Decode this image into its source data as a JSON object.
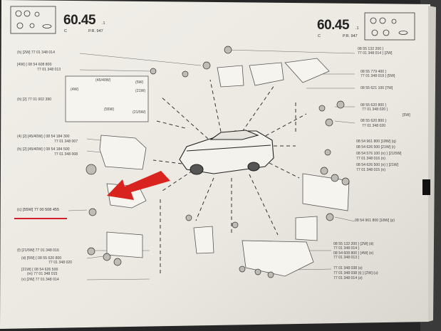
{
  "header": {
    "left": {
      "page": "60.45",
      "suffix": ".1",
      "code": "C",
      "ref": "P.R. 947"
    },
    "right": {
      "page": "60.45",
      "suffix": ".1",
      "code": "C",
      "ref": "P.R. 947"
    }
  },
  "callouts_left": [
    "(h) [2W] 77 01 348 014",
    "[4W] { 08 54 608 800",
    "77 01 348 013",
    "(h) [2] 77 01 002 390",
    "(45/40W)",
    "(5W)",
    "(4W)",
    "(21W)",
    "(55W)",
    "(21/5W)",
    "(4) [2] [45/40W] { 08 54 184 300",
    "77 01 348 007",
    "(h) [2] [45/40W] { 08 54 184 500",
    "77 01 348 008",
    "(c) [55W] 77 00 508 455",
    "(f) [21/5W] 77 01 348 016",
    "(d) [5W] { 08 55 620 800",
    "77 01 348 020",
    "[21W] { 08 54 626 500",
    "(m) 77 01 348 015",
    "(v) [2W] 77 01 348 014"
  ],
  "callouts_right": [
    "08 55 132 200 }",
    "77 01 348 014 } [2W]",
    "08 55 779 400 }",
    "77 01 348 019 } [5W]",
    "08 55 621 100 [7W]",
    "08 55 620 800 }",
    "77 01 348 020 }",
    "[5W]",
    "08 55 620 800 }",
    "77 01 348 020",
    "08 54 961 800 [18W] (q)",
    "08 54 626 500 [21W] (r)",
    "08 54 576 100 (n) } [21/5W]",
    "77 01 348 016 (n)",
    "08 54 626 500 (n) } [21W]",
    "77 01 348 015 (n)",
    "08 54 961 800 [18W] (p)",
    "08 55 132 200 } [2W] (d)",
    "77 01 348 014 }",
    "08 54 608 800 } [4W] (e)",
    "77 01 348 013 }",
    "77 01 348 038 (s)",
    "77 01 348 038 (t) } [2W] (u)",
    "77 01 348 014 (z)"
  ]
}
